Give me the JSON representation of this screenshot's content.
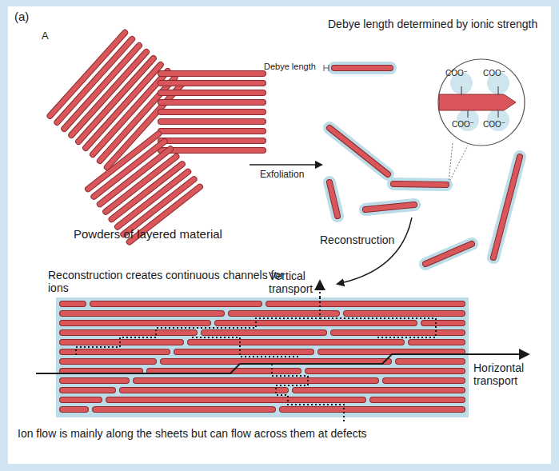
{
  "diagram": {
    "labels": [
      "(a)",
      "A",
      "Debye length determined by ionic strength",
      "Debye length",
      "COO⁻",
      "COO⁻",
      "COO⁻",
      "COO⁻",
      "Powders of layered material",
      "Exfoliation",
      "Reconstruction",
      "Reconstruction creates continuous channels for ions",
      "Vertical transport",
      "Horizontal transport",
      "Ion flow is mainly along the sheets but can flow across them at defects"
    ]
  }
}
